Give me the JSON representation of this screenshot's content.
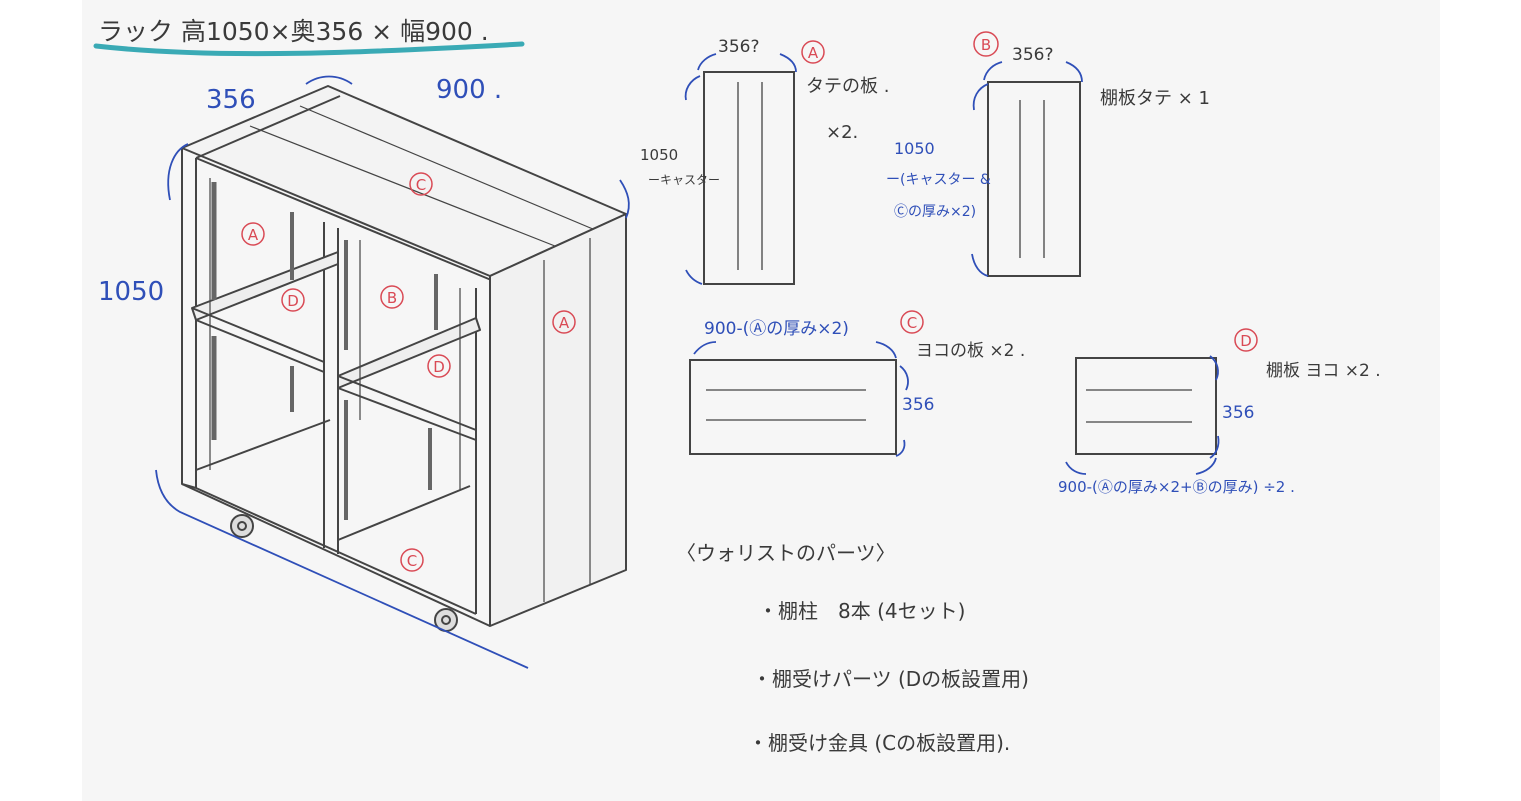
{
  "colors": {
    "ink": "#3a3a3a",
    "blue_ink": "#2f4fb8",
    "red_ink": "#d94a55",
    "highlighter": "#3aaab5",
    "paper": "#f6f6f6"
  },
  "title": "ラック 高1050×奥356 × 幅900 .",
  "rack": {
    "dim_depth": "356",
    "dim_width": "900 .",
    "dim_height": "1050",
    "label_top": "C",
    "label_left_upper": "A",
    "label_left_shelf": "D",
    "label_right_upper": "B",
    "label_right_shelf": "D",
    "label_side": "A",
    "label_bottom": "C"
  },
  "part_a": {
    "circle": "A",
    "top_dim": "356?",
    "height_dim_1": "1050",
    "height_dim_2": "ーキャスター",
    "desc_1": "タテの板 .",
    "desc_2": "×2."
  },
  "part_b": {
    "circle": "B",
    "top_dim": "356?",
    "height_dim_1": "1050",
    "height_dim_2": "ー(キャスター &",
    "height_dim_3": "Ⓒの厚み×2)",
    "desc": "棚板タテ × 1"
  },
  "part_c": {
    "circle": "C",
    "width_dim": "900-(Ⓐの厚み×2)",
    "depth_dim": "356",
    "desc": "ヨコの板 ×2 ."
  },
  "part_d": {
    "circle": "D",
    "width_dim": "900-(Ⓐの厚み×2+Ⓑの厚み) ÷2 .",
    "depth_dim": "356",
    "desc": "棚板 ヨコ ×2 ."
  },
  "parts_list": {
    "heading": "〈ウォリストのパーツ〉",
    "items": [
      "・棚柱　8本 (4セット)",
      "・棚受けパーツ (Dの板設置用)",
      "・棚受け金具 (Cの板設置用)."
    ]
  }
}
